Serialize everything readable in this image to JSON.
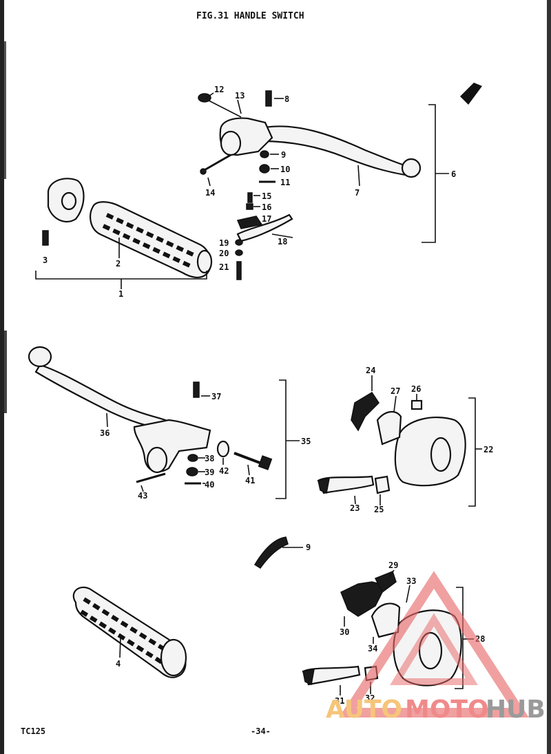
{
  "title": "FIG.31  HANDLE SWITCH",
  "footer": {
    "model": "TC125",
    "page": "-34-"
  },
  "watermark": {
    "auto": "AUTO",
    "moto": "MOTO",
    "hub": "HUB",
    "colors": {
      "auto": "#f6c57a",
      "moto": "#f08a8a",
      "hub": "#9a9a9a",
      "logo": "#e86a6a"
    }
  },
  "labels": {
    "n1": "1",
    "n2": "2",
    "n3": "3",
    "n4": "4",
    "n6": "6",
    "n7": "7",
    "n8": "8",
    "n9": "9",
    "n9b": "9",
    "n10": "10",
    "n11": "11",
    "n12": "12",
    "n13": "13",
    "n14": "14",
    "n15": "15",
    "n16": "16",
    "n17": "17",
    "n18": "18",
    "n19": "19",
    "n20": "20",
    "n21": "21",
    "n22": "22",
    "n23": "23",
    "n24": "24",
    "n25": "25",
    "n26": "26",
    "n27": "27",
    "n28": "28",
    "n29": "29",
    "n30": "30",
    "n31": "31",
    "n32": "32",
    "n33": "33",
    "n34": "34",
    "n35": "35",
    "n36": "36",
    "n37": "37",
    "n38": "38",
    "n39": "39",
    "n40": "40",
    "n41": "41",
    "n42": "42",
    "n43": "43"
  }
}
